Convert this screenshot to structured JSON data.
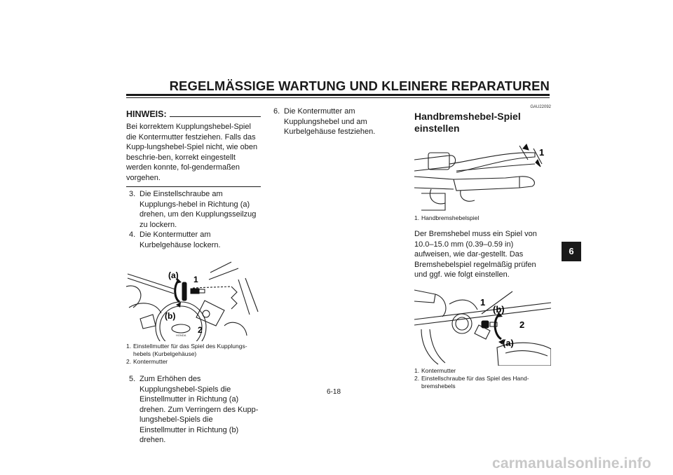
{
  "header": {
    "title": "REGELMÄSSIGE WARTUNG UND KLEINERE REPARATUREN"
  },
  "note": {
    "label": "HINWEIS:",
    "text": "Bei korrektem Kupplungshebel-Spiel die Kontermutter festziehen. Falls das Kupp-lungshebel-Spiel nicht, wie oben beschrie-ben, korrekt eingestellt werden konnte, fol-gendermaßen vorgehen."
  },
  "steps_col1": [
    {
      "num": "3.",
      "text": "Die Einstellschraube am Kupplungs-hebel in Richtung (a) drehen, um den Kupplungsseilzug zu lockern."
    },
    {
      "num": "4.",
      "text": "Die Kontermutter am Kurbelgehäuse lockern."
    }
  ],
  "figure1": {
    "labels": {
      "a": "(a)",
      "b": "(b)",
      "one": "1",
      "two": "2"
    },
    "emblem": "HONDA",
    "captions": [
      {
        "num": "1.",
        "text": "Einstellmutter für das Spiel des Kupplungs-hebels (Kurbelgehäuse)"
      },
      {
        "num": "2.",
        "text": "Kontermutter"
      }
    ]
  },
  "step5": {
    "num": "5.",
    "text": "Zum Erhöhen des Kupplungshebel-Spiels die Einstellmutter in Richtung (a) drehen. Zum Verringern des Kupp-lungshebel-Spiels die Einstellmutter in Richtung (b) drehen."
  },
  "step6": {
    "num": "6.",
    "text": "Die Kontermutter am Kupplungshebel und am Kurbelgehäuse festziehen."
  },
  "section": {
    "code": "GAU22092",
    "title": "Handbremshebel-Spiel einstellen",
    "figure2": {
      "label_one": "1",
      "caption": {
        "num": "1.",
        "text": "Handbremshebelspiel"
      }
    },
    "body": "Der Bremshebel muss ein Spiel von 10.0–15.0 mm (0.39–0.59 in) aufweisen, wie dar-gestellt. Das Bremshebelspiel regelmäßig prüfen und ggf. wie folgt einstellen.",
    "figure3": {
      "labels": {
        "one": "1",
        "two": "2",
        "a": "(a)",
        "b": "(b)"
      },
      "captions": [
        {
          "num": "1.",
          "text": "Kontermutter"
        },
        {
          "num": "2.",
          "text": "Einstellschraube für das Spiel des Hand-bremshebels"
        }
      ]
    }
  },
  "tab": {
    "label": "6"
  },
  "footer": {
    "page": "6-18",
    "watermark": "carmanualsonline.info"
  }
}
